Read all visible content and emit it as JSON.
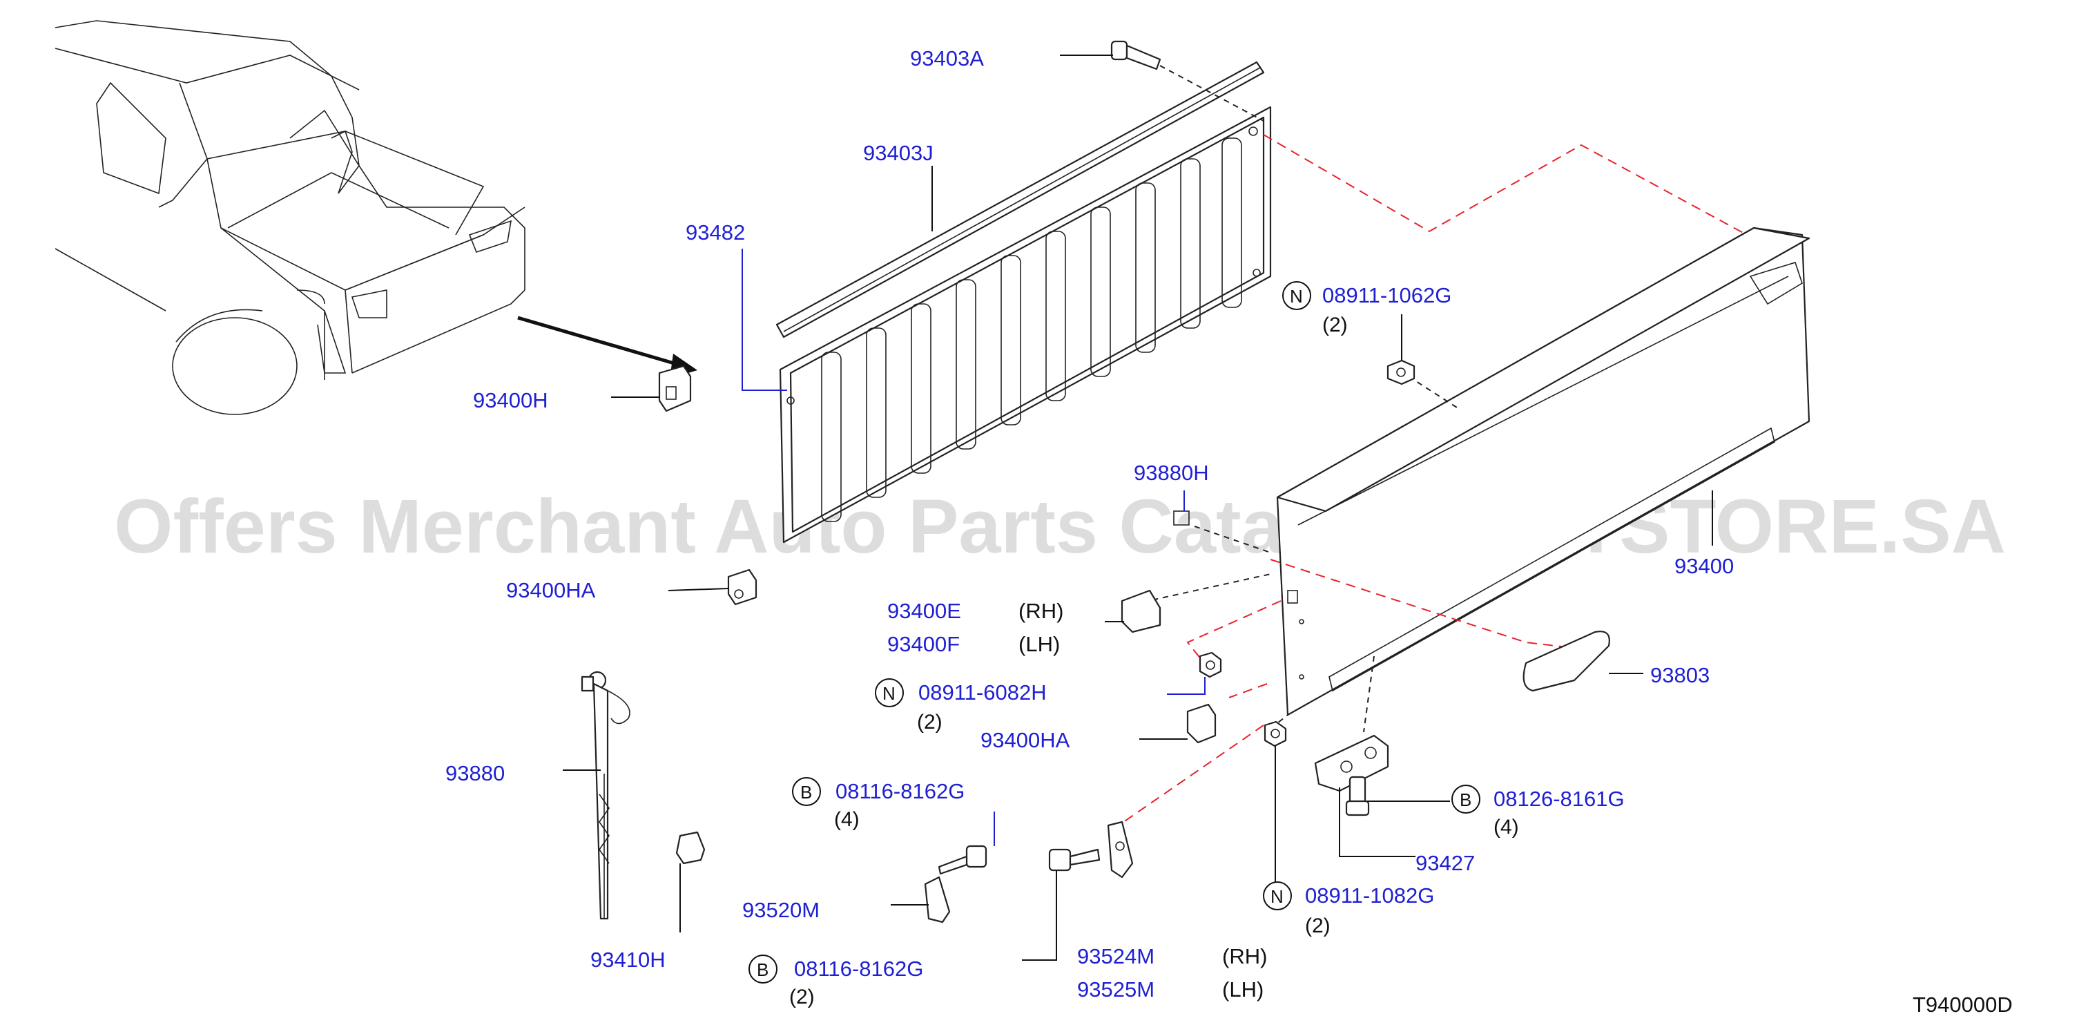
{
  "watermark": "Offers Merchant Auto Parts Catalog PARTSTORE.SA",
  "diagram_code": "T940000D",
  "colors": {
    "part_number": "#1f1fd4",
    "dashed_red": "#e8222a",
    "line": "#222222",
    "watermark": "#dcdcdc"
  },
  "labels": {
    "p93403A": "93403A",
    "p93403J": "93403J",
    "p93482": "93482",
    "p93400H": "93400H",
    "p08911_1062G": "08911-1062G",
    "q08911_1062G": "(2)",
    "p93880H": "93880H",
    "p93400": "93400",
    "p93400HA_top": "93400HA",
    "p93400E": "93400E",
    "p93400E_side": "(RH)",
    "p93400F": "93400F",
    "p93400F_side": "(LH)",
    "p93803": "93803",
    "p08911_6082H": "08911-6082H",
    "q08911_6082H": "(2)",
    "p93400HA_mid": "93400HA",
    "p93880": "93880",
    "p08116_8162G_top": "08116-8162G",
    "q08116_8162G_top": "(4)",
    "p08126_8161G": "08126-8161G",
    "q08126_8161G": "(4)",
    "p93427": "93427",
    "p93520M": "93520M",
    "p08911_1082G": "08911-1082G",
    "q08911_1082G": "(2)",
    "p93410H": "93410H",
    "p08116_8162G_bot": "08116-8162G",
    "q08116_8162G_bot": "(2)",
    "p93524M": "93524M",
    "p93524M_side": "(RH)",
    "p93525M": "93525M",
    "p93525M_side": "(LH)"
  },
  "badges": {
    "N": "N",
    "B": "B"
  }
}
